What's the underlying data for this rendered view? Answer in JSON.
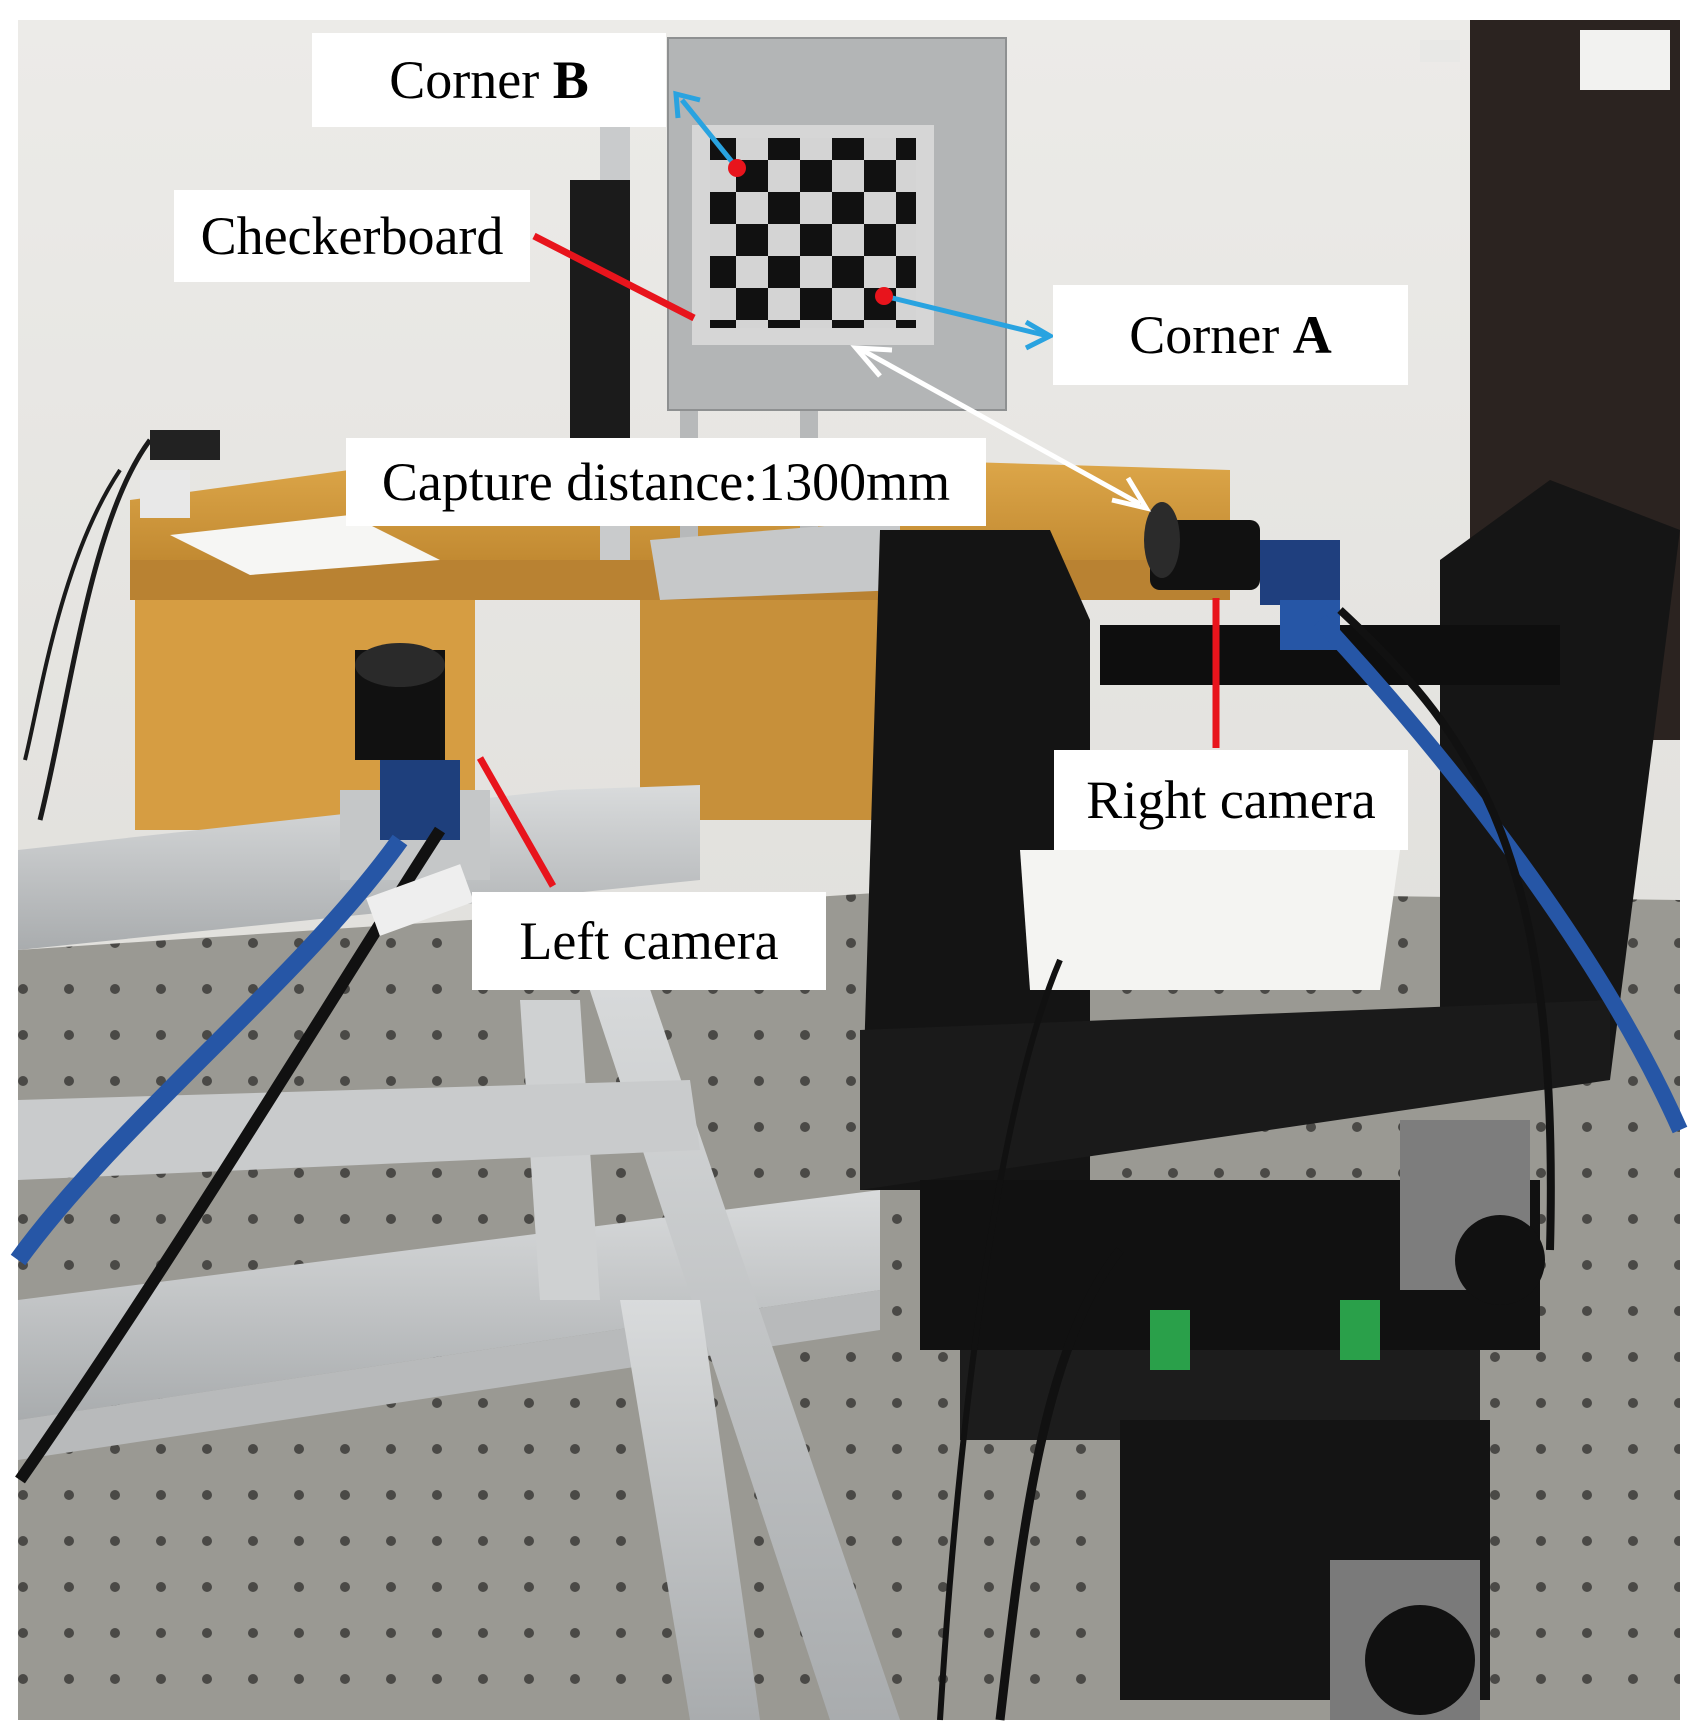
{
  "figure": {
    "labels": {
      "corner_b_prefix": "Corner ",
      "corner_b_letter": "B",
      "checkerboard": "Checkerboard",
      "corner_a_prefix": "Corner ",
      "corner_a_letter": "A",
      "capture_distance": "Capture distance:1300mm",
      "right_camera": "Right camera",
      "left_camera": "Left camera"
    },
    "colors": {
      "pointer_red": "#e8141c",
      "arrow_blue": "#29a3e0",
      "arrow_white": "#ffffff"
    },
    "icons": [
      "camera-icon",
      "checkerboard-target",
      "optical-table"
    ]
  }
}
